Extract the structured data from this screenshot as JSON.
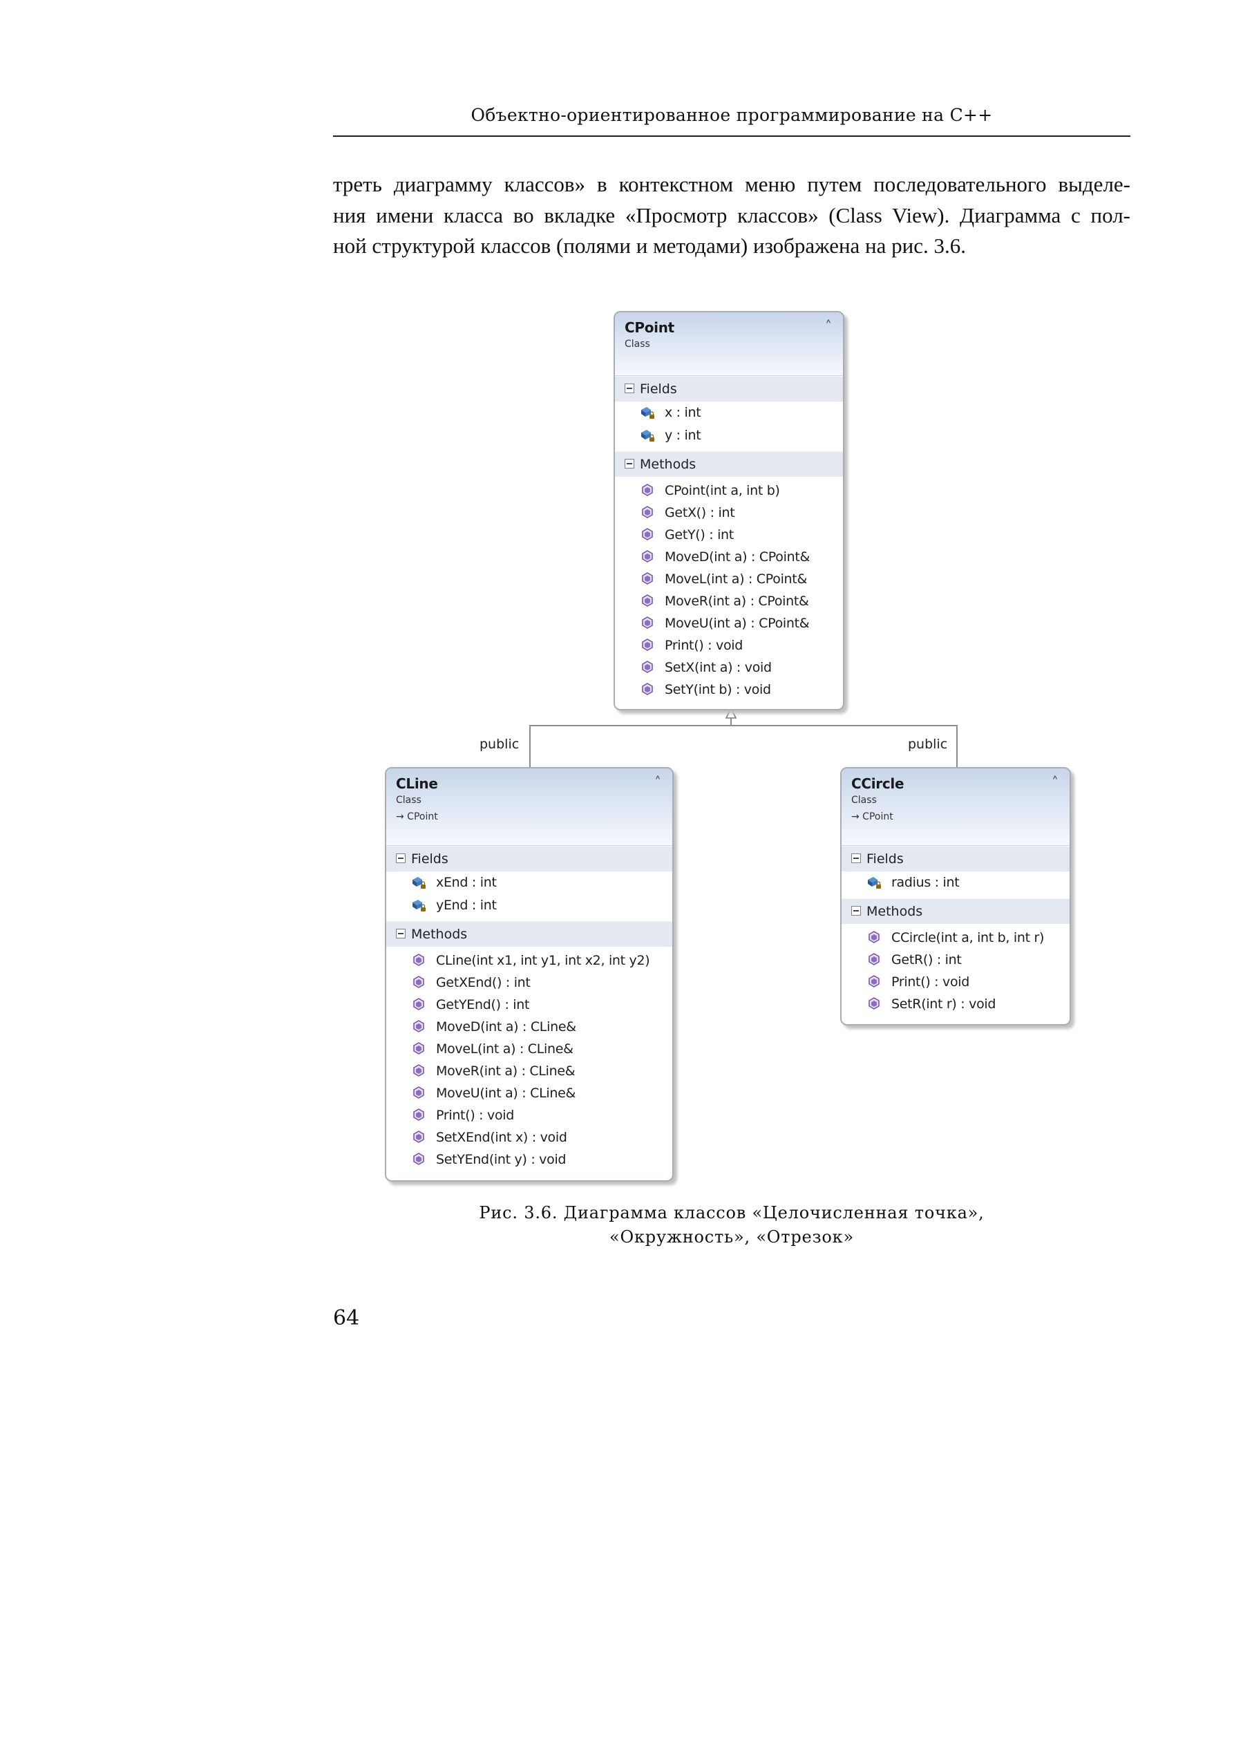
{
  "running_head": "Объектно-ориентированное программирование на С++",
  "body_lines": [
    "треть диаграмму классов» в контекстном меню путем последовательного выделе-",
    "ния имени класса во вкладке «Просмотр классов» (Class View). Диаграмма с пол-",
    "ной структурой классов (полями и методами) изображена на рис. 3.6."
  ],
  "diagram": {
    "inheritance_label_left": "public",
    "inheritance_label_right": "public",
    "section_fields": "Fields",
    "section_methods": "Methods",
    "classes": {
      "cpoint": {
        "name": "CPoint",
        "kind": "Class",
        "fields": [
          "x : int",
          "y : int"
        ],
        "methods": [
          "CPoint(int a, int b)",
          "GetX() : int",
          "GetY() : int",
          "MoveD(int a) : CPoint&",
          "MoveL(int a) : CPoint&",
          "MoveR(int a) : CPoint&",
          "MoveU(int a) : CPoint&",
          "Print() : void",
          "SetX(int a) : void",
          "SetY(int b) : void"
        ]
      },
      "cline": {
        "name": "CLine",
        "kind": "Class",
        "base": "→ CPoint",
        "fields": [
          "xEnd : int",
          "yEnd : int"
        ],
        "methods": [
          "CLine(int x1, int y1, int x2, int y2)",
          "GetXEnd() : int",
          "GetYEnd() : int",
          "MoveD(int a) : CLine&",
          "MoveL(int a) : CLine&",
          "MoveR(int a) : CLine&",
          "MoveU(int a) : CLine&",
          "Print() : void",
          "SetXEnd(int x) : void",
          "SetYEnd(int y) : void"
        ]
      },
      "ccircle": {
        "name": "CCircle",
        "kind": "Class",
        "base": "→ CPoint",
        "fields": [
          "radius : int"
        ],
        "methods": [
          "CCircle(int a, int b, int r)",
          "GetR() : int",
          "Print() : void",
          "SetR(int r) : void"
        ]
      }
    },
    "icons": {
      "field": "private-field-icon",
      "method": "method-icon",
      "collapse": "collapse-chevron-icon",
      "section_toggle": "minus-toggle-icon"
    }
  },
  "caption_lines": [
    "Рис. 3.6. Диаграмма классов «Целочисленная точка»,",
    "«Окружность», «Отрезок»"
  ],
  "page_number": "64",
  "colors": {
    "header_gradient_top": "#c8d6ea",
    "section_header": "#e4e9f1",
    "box_border": "#a9acb2",
    "field_icon": "#2f6fb3",
    "method_icon": "#7b5ea7"
  }
}
